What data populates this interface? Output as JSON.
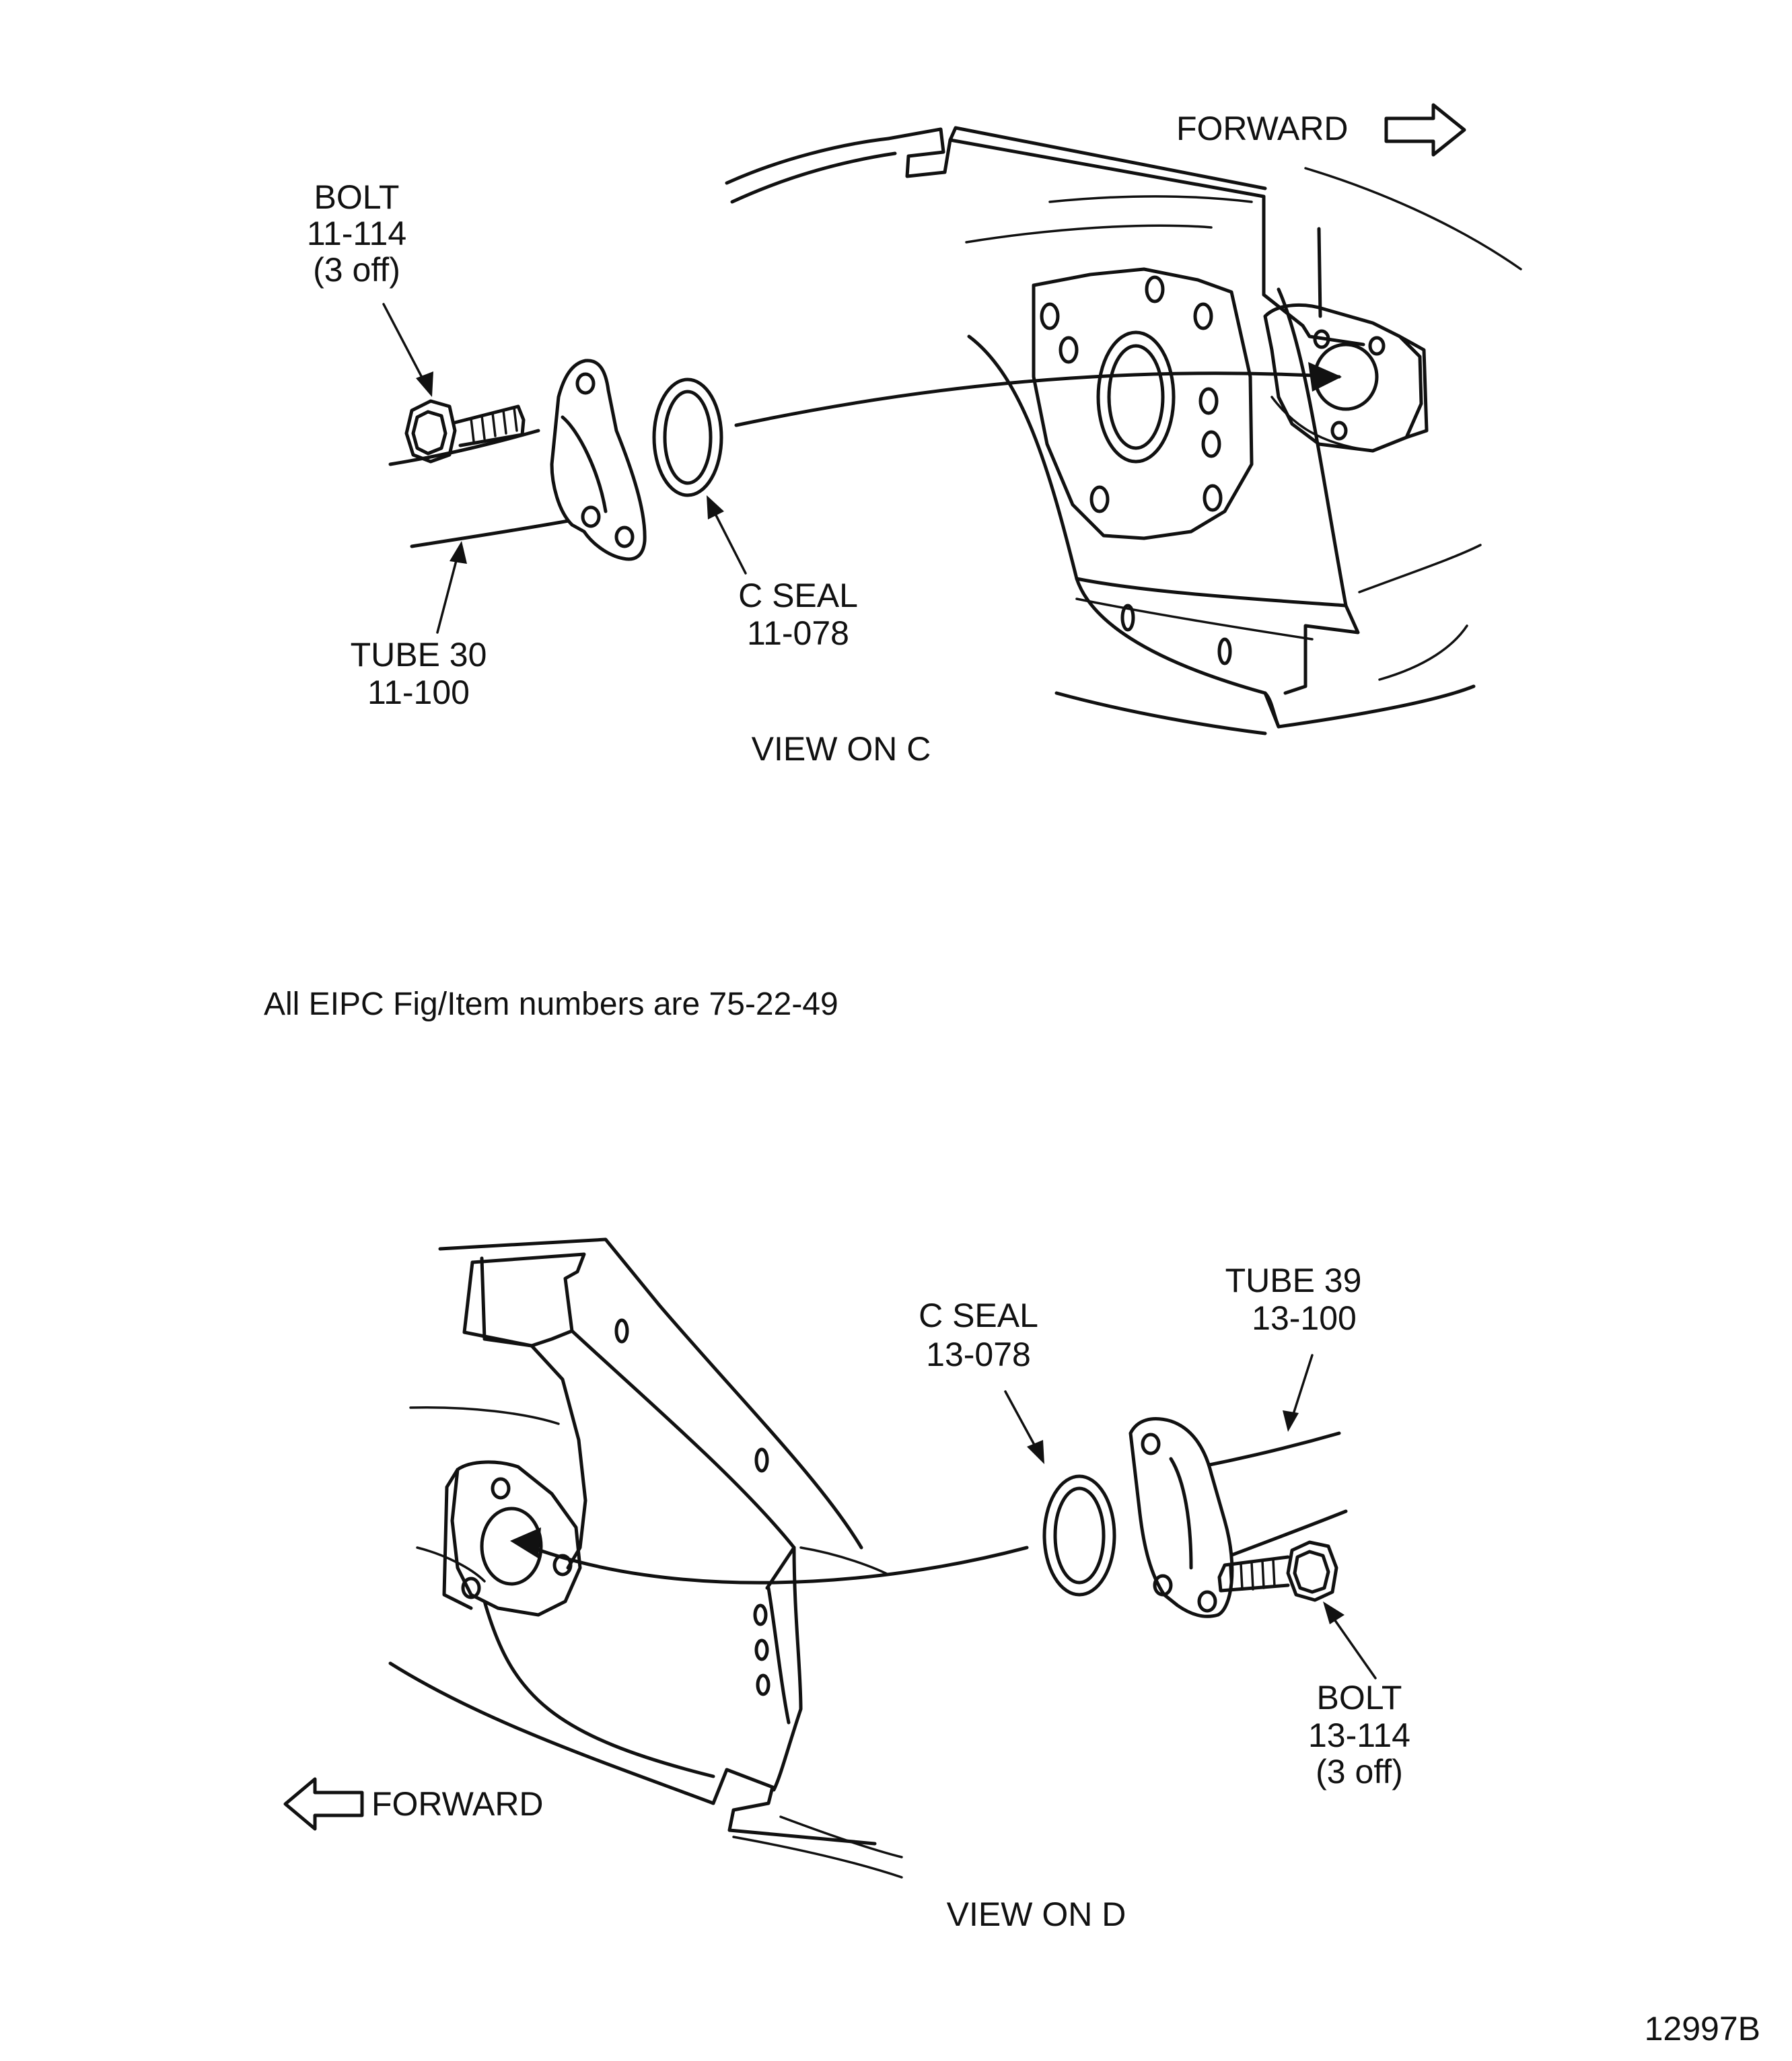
{
  "view_c": {
    "title": "VIEW  ON  C",
    "forward": "FORWARD",
    "bolt": {
      "name": "BOLT",
      "item": "11-114",
      "qty": "(3 off)"
    },
    "tube": {
      "name": "TUBE 30",
      "item": "11-100"
    },
    "seal": {
      "name": "C SEAL",
      "item": "11-078"
    }
  },
  "note": "All EIPC Fig/Item numbers are  75-22-49",
  "view_d": {
    "title": "VIEW  ON  D",
    "forward": "FORWARD",
    "bolt": {
      "name": "BOLT",
      "item": "13-114",
      "qty": "(3 off)"
    },
    "tube": {
      "name": "TUBE 39",
      "item": "13-100"
    },
    "seal": {
      "name": "C SEAL",
      "item": "13-078"
    }
  },
  "figure_number": "12997B"
}
